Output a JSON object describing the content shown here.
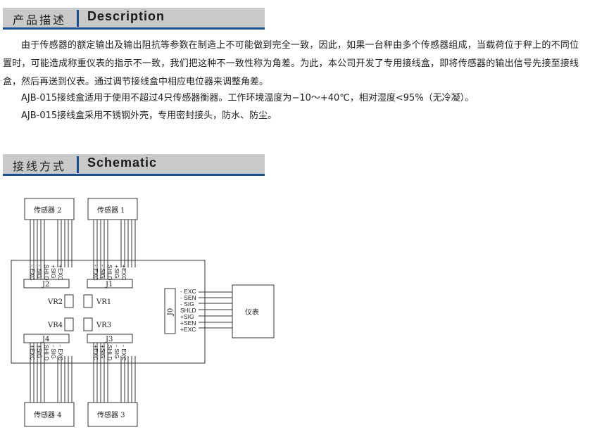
{
  "section1": {
    "title_cn": "产品描述",
    "title_en": "Description"
  },
  "description": {
    "p1": "由于传感器的额定输出及输出阻抗等参数在制造上不可能做到完全一致，因此，如果一台秤由多个传感器组成，当载荷位于秤上的不同位置时，可能造成称重仪表的指示不一致，我们把这种不一致性称为角差。为此，本公司开发了专用接线盒，即将传感器的输出信号先接至接线盒，然后再送到仪表。通过调节接线盒中相应电位器来调整角差。",
    "p2": "AJB-015接线盒适用于使用不超过4只传感器衡器。工作环境温度为−10～+40℃，相对湿度<95%（无冷凝）。",
    "p3": "AJB-015接线盒采用不锈钢外壳，专用密封接头，防水、防尘。"
  },
  "section2": {
    "title_cn": "接线方式",
    "title_en": "Schematic"
  },
  "schematic": {
    "sensor1": "传感器 1",
    "sensor2": "传感器 2",
    "sensor3": "传感器 3",
    "sensor4": "传感器 4",
    "meter": "仪表",
    "connectors": {
      "j0": "J0",
      "j1": "J1",
      "j2": "J2",
      "j3": "J3",
      "j4": "J4"
    },
    "pots": {
      "vr1": "VR1",
      "vr2": "VR2",
      "vr3": "VR3",
      "vr4": "VR4"
    },
    "top_pins": [
      "- EXC",
      "- SIG",
      "SHLD",
      "+SIG",
      "+EXC"
    ],
    "bottom_pins": [
      "+EXC",
      "+SIG",
      "SHLD",
      "- SIG",
      "- EXC"
    ],
    "j0_pins": [
      "- EXC",
      "- SEN",
      "- SIG",
      "SHLD",
      "+SIG",
      "+SEN",
      "+EXC"
    ]
  }
}
